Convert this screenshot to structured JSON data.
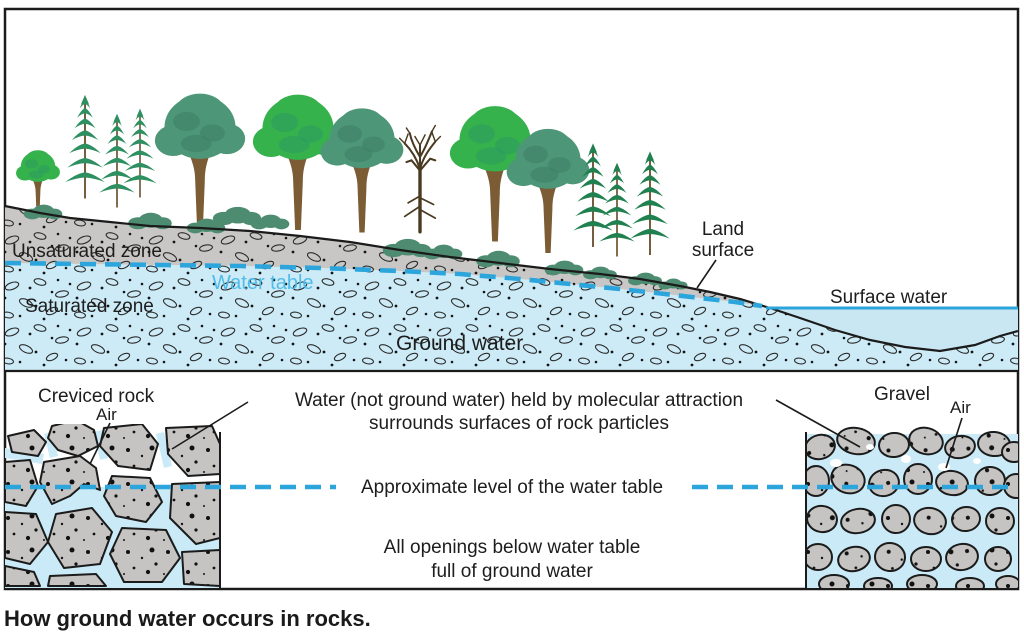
{
  "figure": {
    "caption": "How ground water occurs in rocks."
  },
  "cross_section": {
    "unsaturated_zone": "Unsaturated zone",
    "water_table": "Water table",
    "saturated_zone": "Saturated zone",
    "ground_water": "Ground water",
    "land_surface": "Land surface",
    "surface_water": "Surface water"
  },
  "closeups": {
    "left_title": "Creviced rock",
    "left_air": "Air",
    "right_title": "Gravel",
    "right_air": "Air",
    "note_line1": "Water (not ground water) held by molecular attraction",
    "note_line2": "surrounds surfaces of rock particles",
    "level_label": "Approximate level of the water table",
    "below_line1": "All openings below water table",
    "below_line2": "full of ground water"
  },
  "colors": {
    "accent_cyan": "#2ba5db",
    "water_table_text": "#4fbcea",
    "saturated_fill": "#cdebf6",
    "open_water_fill": "#c8e7f3",
    "unsaturated_fill": "#c8c7c5",
    "rock_fill": "#c6c4c2",
    "pore_water": "#c9eaf6",
    "outline": "#1b1b1b",
    "text": "#1d1d1d",
    "tree_bright": "#35b24c",
    "tree_bright_dark": "#2b9a62",
    "tree_sea": "#4e9678",
    "tree_sea_dark": "#3c7f64",
    "conifer": "#2e8f60",
    "conifer_dark": "#20804f",
    "trunk": "#7b5c35",
    "bare_tree": "#4a3a20",
    "bush": "#4e8c72"
  }
}
